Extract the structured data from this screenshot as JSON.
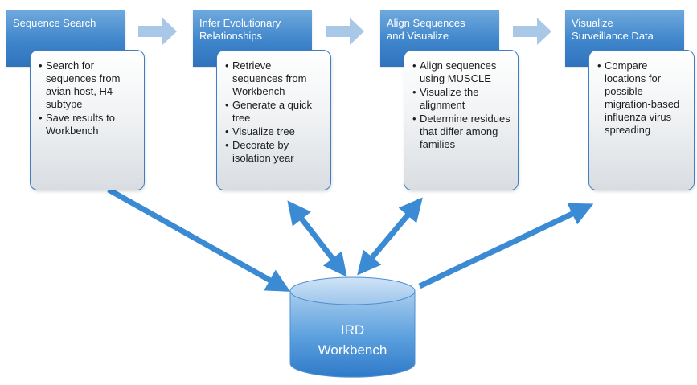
{
  "steps": [
    {
      "title": "Sequence Search",
      "items": [
        "Search for sequences from avian host, H4 subtype",
        "Save results to Workbench"
      ]
    },
    {
      "title": "Infer Evolutionary\nRelationships",
      "items": [
        "Retrieve sequences from Workbench",
        "Generate a quick tree",
        "Visualize tree",
        "Decorate by isolation year"
      ]
    },
    {
      "title": "Align Sequences\nand Visualize",
      "items": [
        "Align sequences using MUSCLE",
        "Visualize the alignment",
        "Determine residues that differ among families"
      ]
    },
    {
      "title": "Visualize\nSurveillance Data",
      "items": [
        "Compare locations for possible migration-based influenza virus spreading"
      ]
    }
  ],
  "database": {
    "label": "IRD\nWorkbench"
  },
  "colors": {
    "header_blue": "#3f85cb",
    "card_border": "#3d7fc4",
    "flow_arrow": "#a9c8e8",
    "connector": "#3a8ad4",
    "database": "#3d8bd6"
  }
}
